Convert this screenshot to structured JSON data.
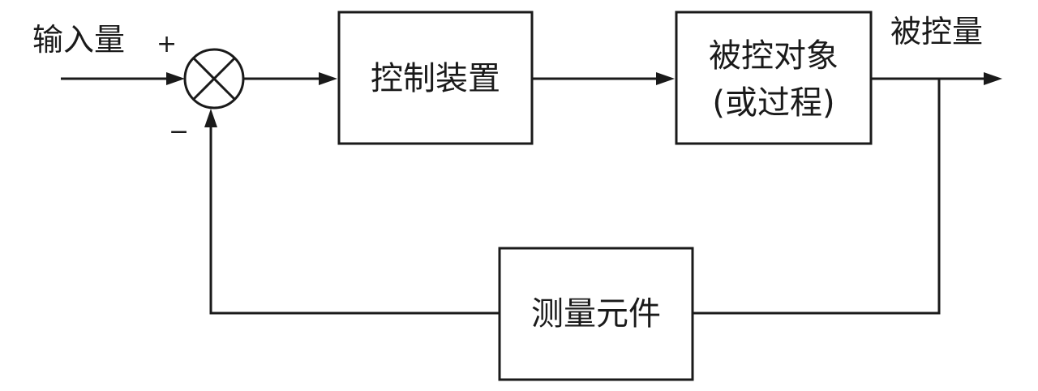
{
  "labels": {
    "input": "输入量",
    "output": "被控量",
    "plus_sign": "+",
    "minus_sign": "−"
  },
  "blocks": {
    "controller": "控制装置",
    "plant_line1": "被控对象",
    "plant_line2": "(或过程)",
    "sensor": "测量元件"
  },
  "colors": {
    "line": "#1a1a1a",
    "background": "#ffffff"
  }
}
